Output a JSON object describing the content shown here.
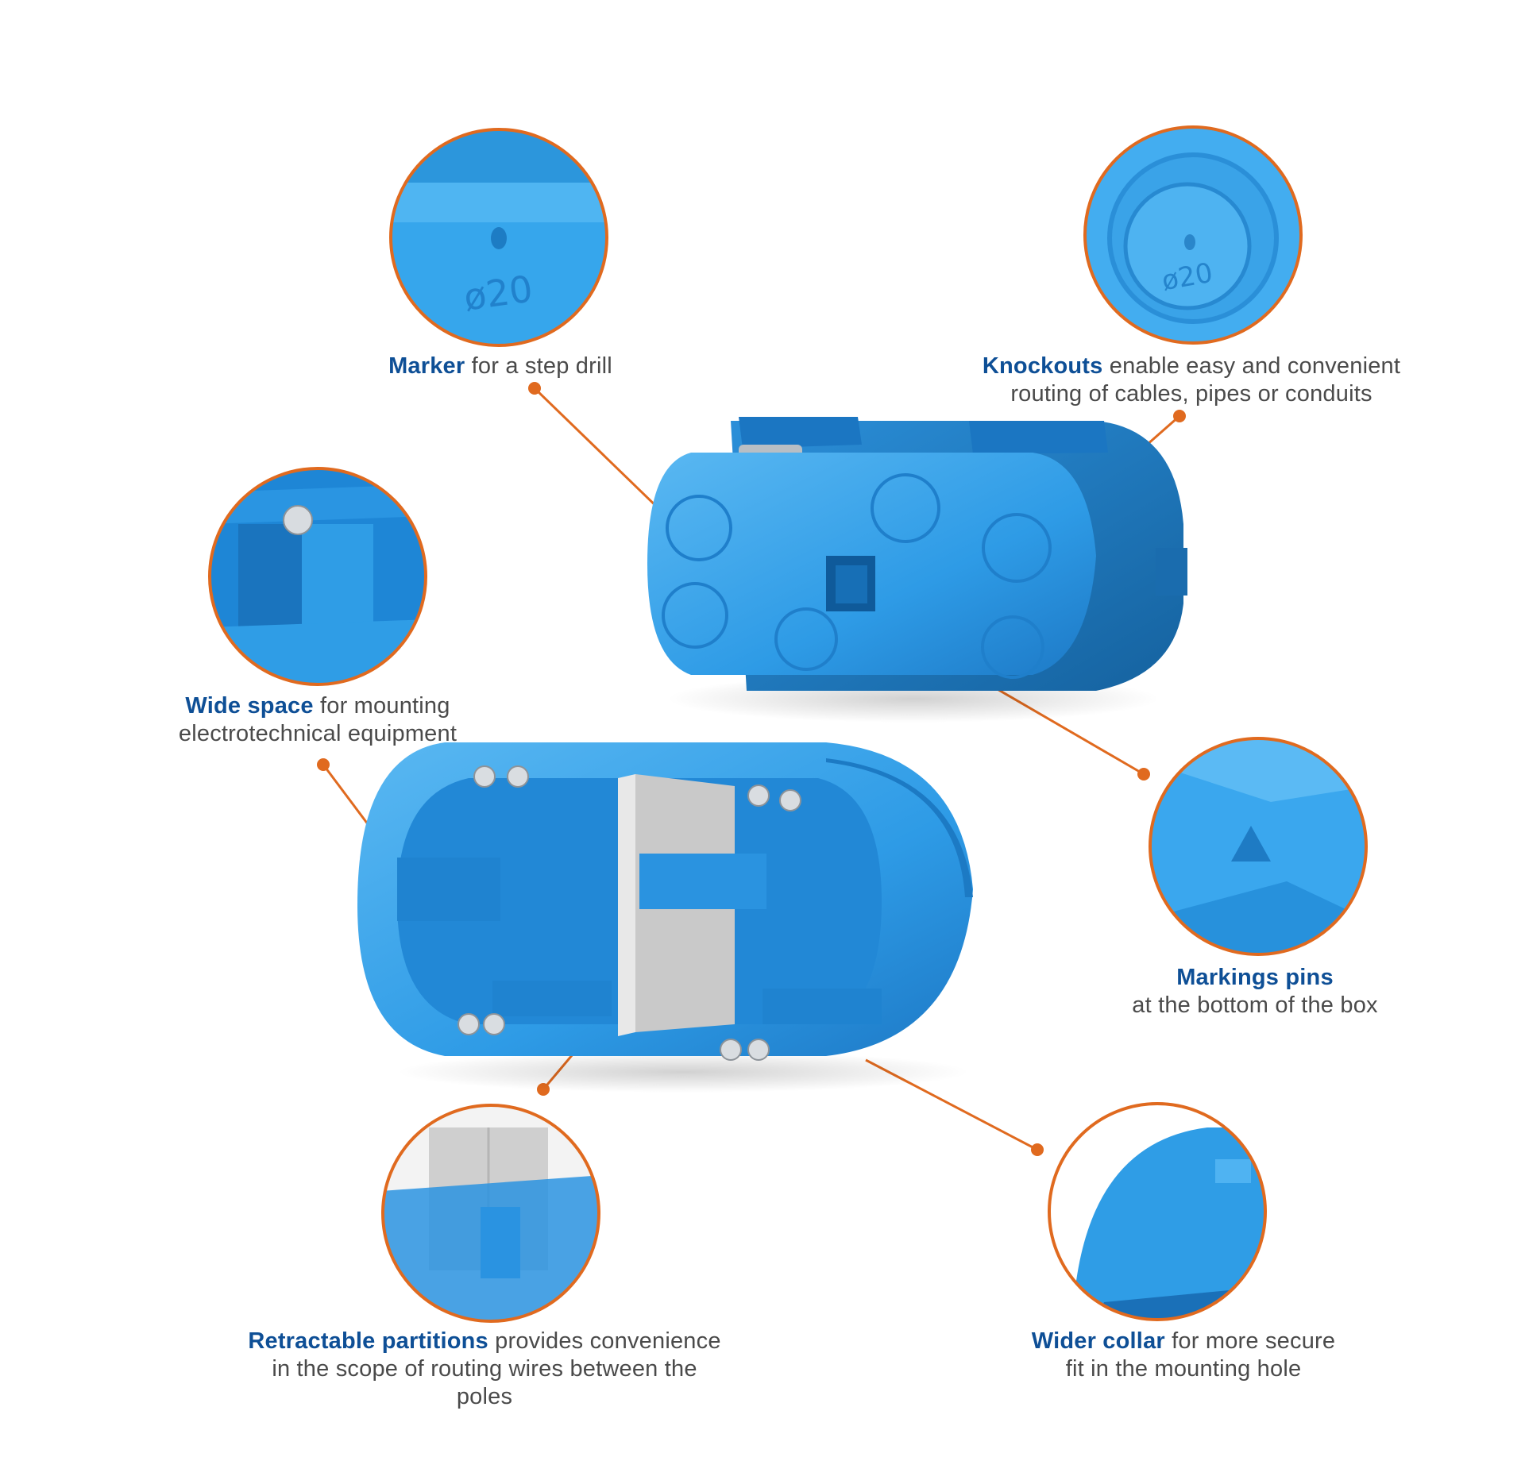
{
  "colors": {
    "accent_orange": "#e06a1f",
    "heading_blue": "#0e4f96",
    "body_text": "#4a4a4a",
    "product_blue": "#2e9be6",
    "product_blue_dark": "#1a6fb8",
    "partition_grey": "#c9c9c9"
  },
  "detail_icons": {
    "marker": "step-drill-marker-closeup",
    "knockouts": "knockout-closeup",
    "wide_space": "mounting-space-closeup",
    "markings_pins": "bottom-pin-closeup",
    "retractable": "partition-closeup",
    "collar": "collar-closeup"
  },
  "detail_texts": {
    "marker_imprint": "ø20",
    "knockout_imprint": "ø20"
  },
  "callouts": {
    "marker": {
      "title": "Marker",
      "text": " for a step drill"
    },
    "knockouts": {
      "title": "Knockouts",
      "text1": " enable easy and convenient",
      "text2": "routing of cables, pipes or conduits"
    },
    "wide_space": {
      "title": "Wide space",
      "text1": " f",
      "text1b": "or mounting",
      "text2": "electrotechnical equipment"
    },
    "markings_pins": {
      "title": "Markings pins",
      "text2": "at the bottom of the box"
    },
    "retractable": {
      "title": "Retractable partitions",
      "text1": " provides convenience",
      "text2": "in the scope of routing wires between the",
      "text3": "poles"
    },
    "collar": {
      "title": "Wider collar",
      "text1": " f",
      "text1b": "or more secure",
      "text2": "fit in the mounting hole"
    }
  }
}
